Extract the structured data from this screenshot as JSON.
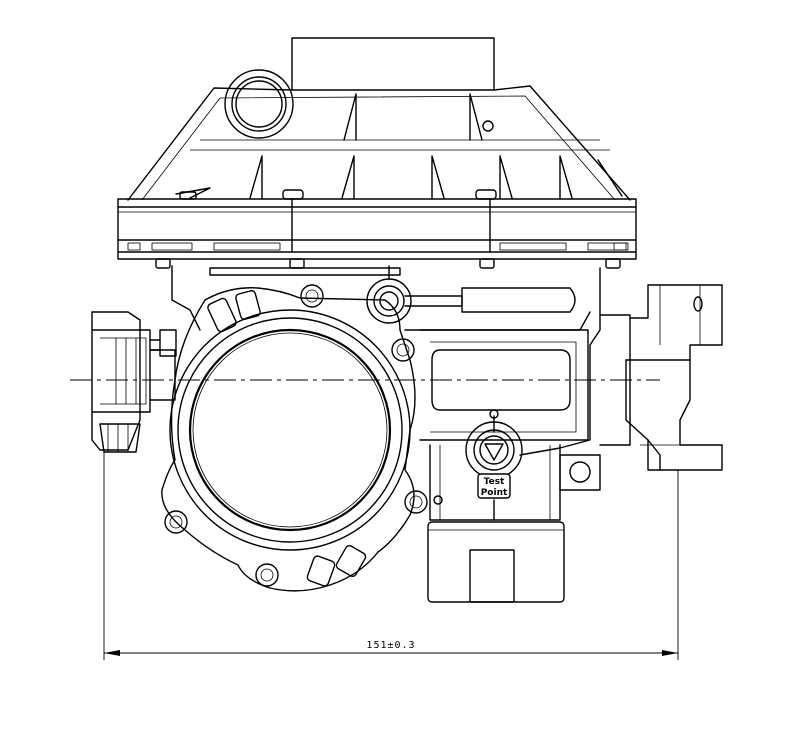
{
  "drawing": {
    "dimension_text": "151±0.3",
    "test_point_line1": "Test",
    "test_point_line2": "Point"
  },
  "colors": {
    "line": "#000000",
    "background": "#ffffff"
  }
}
